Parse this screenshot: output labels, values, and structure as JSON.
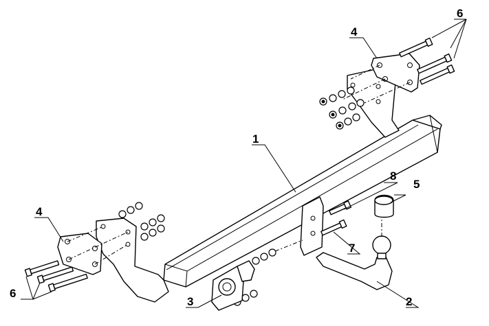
{
  "diagram": {
    "title": "",
    "callouts": [
      {
        "id": "c1",
        "text": "1"
      },
      {
        "id": "c2",
        "text": "2"
      },
      {
        "id": "c3",
        "text": "3"
      },
      {
        "id": "c4a",
        "text": "4"
      },
      {
        "id": "c4b",
        "text": "4"
      },
      {
        "id": "c5",
        "text": "5"
      },
      {
        "id": "c6a",
        "text": "6"
      },
      {
        "id": "c6b",
        "text": "6"
      },
      {
        "id": "c7",
        "text": "7"
      },
      {
        "id": "c8",
        "text": "8"
      }
    ],
    "parts": [
      "crossbar",
      "tow-ball-arm",
      "electrical-socket-plate",
      "side-bracket",
      "ball-cover-cap",
      "bracket-bolts",
      "arm-bolt",
      "arm-bolt-short"
    ]
  }
}
